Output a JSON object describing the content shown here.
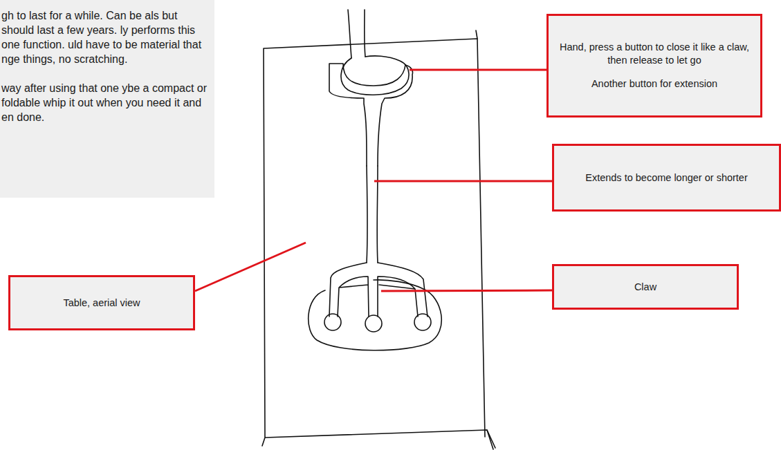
{
  "diagram": {
    "nodes": [
      {
        "text": [
          "gh to last for a while. Can be als but should last a few years. ly performs this one function. uld have to be material that nge things, no scratching.",
          "way after using that one ybe a compact or foldable whip it out when you need it and en done."
        ]
      },
      {
        "text": [
          "Hand, press a button to close it like a claw, then release to let go",
          "Another button for extension"
        ]
      },
      {
        "text": [
          "Extends to become longer or shorter"
        ]
      },
      {
        "text": [
          "Claw"
        ]
      },
      {
        "text": [
          "Table, aerial view"
        ]
      }
    ]
  }
}
